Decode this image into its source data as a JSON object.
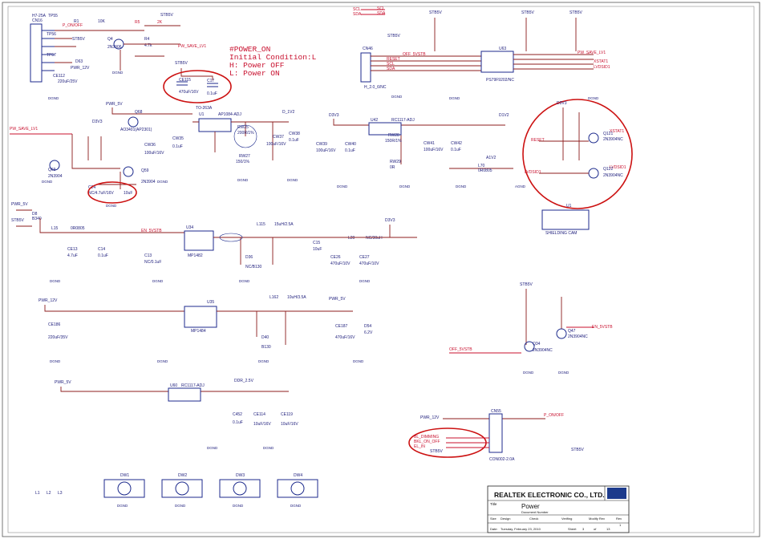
{
  "annotation": {
    "lines": [
      "#POWER_ON",
      "Initial Condition:L",
      "H: Power OFF",
      "L: Power ON"
    ]
  },
  "components": {
    "header_conn": {
      "ref": "H7-25A",
      "sub": "CN16"
    },
    "tp55": "TP55",
    "tp56": "TP56",
    "tp57": "TP57",
    "r1": "R1",
    "r1v": "10K",
    "d63": "D63",
    "cap_ce112": "CE112",
    "ce112v": "220uF/25V",
    "c4": "Q4",
    "q4v": "2N3906",
    "r4": "R4",
    "r4v": "4.7k",
    "r5": "R5",
    "r5v": "2K",
    "ce115": "CE115",
    "ce115v": "470uF/16V",
    "c17": "C17",
    "c17v": "0.1uF",
    "pkg": "TO-263A",
    "u1": "U1",
    "u1part": "AP1084-ADJ",
    "rw25": "RW25",
    "rw25v": "200R/1%",
    "cw37": "CW37",
    "cw37v": "100uF/16V",
    "cw38": "CW38",
    "cw38v": "0.1uF",
    "rw27": "RW27",
    "rw27v": "150/1%",
    "q68": "Q68",
    "q68v": "AO3401(AP2301)",
    "q69": "Q69",
    "q69v": "2N3904",
    "q59": "Q59",
    "q59v": "2N3904",
    "cw36": "CW36",
    "cw36v": "100uF/16V",
    "cw35": "CW35",
    "cw35v": "0.1uF",
    "cw24": "C24",
    "cw24v": "NC/4.7uF/16V",
    "cw24b": "10uF",
    "u42": "U42",
    "u42part": "RC1117-ADJ",
    "cw39": "CW39",
    "cw39v": "100uF/16V",
    "cw40": "CW40",
    "cw40v": "0.1uF",
    "rw28": "RW28",
    "rw28v": "150R/1%",
    "rw29": "RW29",
    "rw29v": "0R",
    "cw41": "CW41",
    "cw41v": "100uF/16V",
    "cw42": "CW42",
    "cw42v": "0.1uF",
    "l70": "L70",
    "l70v": "0R0805",
    "q121": "Q121",
    "q121v": "2N3904NC",
    "q122": "Q122",
    "q122v": "2N3904NC",
    "u1b": "U1",
    "u1bpart": "SHIELDING CAM",
    "l15": "L15",
    "l15v": "0R0805",
    "d8": "D8",
    "d8v": "B340",
    "u34": "U34",
    "u34part": "MP1482",
    "l115": "L115",
    "l115v": "15uH/2.5A",
    "ce13": "CE13",
    "ce13v": "4.7uF",
    "c14": "C14",
    "c14v": "0.1uF",
    "c13": "C13",
    "c13v": "NC/0.1uF",
    "d36": "D36",
    "d36v": "NC/B130",
    "c15": "C15",
    "c15v": "10uF",
    "ce26": "CE26",
    "ce26v": "470uF/10V",
    "ce27": "CE27",
    "ce27v": "470uF/10V",
    "l20": "L20",
    "l20v": "NC/30uH",
    "u35": "U35",
    "u35part": "MP1484",
    "l162": "L162",
    "l162v": "10uH/3.5A",
    "ce186": "CE186",
    "ce186v": "220uF/35V",
    "ce187": "CE187",
    "ce187v": "470uF/16V",
    "d54": "D54",
    "d54v": "6.2V",
    "d40": "D40",
    "d40v": "B130",
    "q47": "Q47",
    "q47v": "2N3904NC",
    "q34": "Q34",
    "q34v": "2N3904NC",
    "u60": "U60",
    "u60part": "RC1117-ADJ",
    "ce114": "CE114",
    "ce114v": "10uF/16V",
    "ce119": "CE119",
    "ce119v": "10uF/16V",
    "c452": "C452",
    "c452v": "0.1uF",
    "cn46": "CN46",
    "cn46part": "H_2.0_6/NC",
    "u63": "U63",
    "u63part": "PS79F9202/NC",
    "cn55": "CN55",
    "cn55part": "CON002-2.0A",
    "dw1": "DW1",
    "dw2": "DW2",
    "dw3": "DW3",
    "dw4": "DW4",
    "l1": "L1",
    "l2": "L2",
    "l3": "L3"
  },
  "nets": {
    "p_onoff": "P_ON/OFF",
    "stb5v": "STB5V",
    "pwr_12v": "PWR_12V",
    "pw_save": "PW_SAVE_LV1",
    "pwr_5v": "PWR_5V",
    "d1v2": "D_1V2",
    "d3v3": "D3V3",
    "d1v2b": "D1V2",
    "a1v2": "A1V2",
    "en_5vstb": "EN_5VSTB",
    "pwr_5v2": "PWR_5V",
    "ddr_2v5": "DDR_2.5V",
    "off_5vstb": "OFF_5VSTB",
    "scl": "SCL",
    "sda": "SDA",
    "reset": "RESET",
    "xstat1": "XSTAT1",
    "lvdsid1": "LVDSID1",
    "pwr_12v2": "PWR_12V",
    "stb5v2": "STB5V",
    "bl_dim": "BL_DIMMING",
    "bkl_on": "BKL_ON_OFF",
    "el_in": "EL_IN",
    "dgnd": "DGND",
    "agnd": "AGND"
  },
  "title_block": {
    "company": "REALTEK ELECTRONIC CO., LTD.",
    "title_label": "Title",
    "title": "Power",
    "doc_label": "Document Number",
    "size_label": "Size",
    "design_label": "Design",
    "check_label": "Check",
    "verify_label": "Verifing",
    "modify_label": "Modify Rev",
    "rev_label": "Rev",
    "rev": "1",
    "date_label": "Date:",
    "date": "Tuesday, February 23, 2010",
    "sheet_label": "Sheet",
    "sheet": "3",
    "of_label": "of",
    "of": "13"
  },
  "colors": {
    "wire": "#8c1c1c",
    "net": "#c8102e",
    "symbol": "#1c2a8c",
    "highlight": "#cc1111"
  }
}
